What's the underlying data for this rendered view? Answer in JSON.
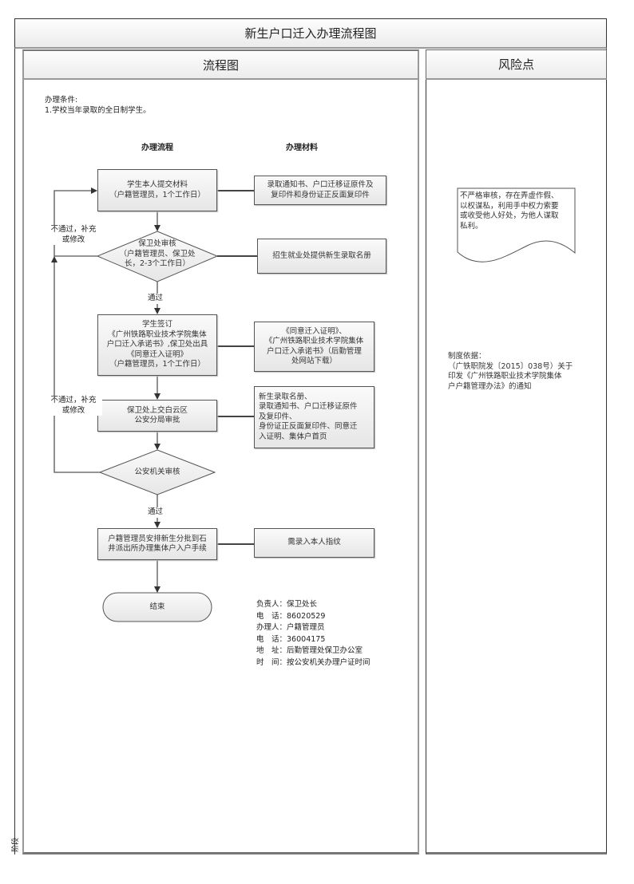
{
  "title": "新生户口迁入办理流程图",
  "columns": {
    "flow": "流程图",
    "risk": "风险点"
  },
  "conditions": {
    "heading": "办理条件:",
    "item": "1.学校当年录取的全日制学生。"
  },
  "subheads": {
    "process": "办理流程",
    "materials": "办理材料"
  },
  "steps": [
    {
      "lines": [
        "学生本人提交材料",
        "（户籍管理员，1个工作日）"
      ]
    },
    {
      "lines": [
        "保卫处审核",
        "（户籍管理员、保卫处",
        "长，2-3个工作日）"
      ]
    },
    {
      "lines": [
        "学生签订",
        "《广州铁路职业技术学院集体",
        "户口迁入承诺书》,保卫处出具",
        "《同意迁入证明》",
        "（户籍管理员，1个工作日）"
      ]
    },
    {
      "lines": [
        "保卫处上交白云区",
        "公安分局审批"
      ]
    },
    {
      "lines": [
        "公安机关审核"
      ]
    },
    {
      "lines": [
        "户籍管理员安排新生分批到石",
        "井派出所办理集体户入户手续"
      ]
    },
    {
      "lines": [
        "结束"
      ]
    }
  ],
  "materials": [
    {
      "lines": [
        "录取通知书、户口迁移证原件及",
        "复印件和身份证正反面复印件"
      ]
    },
    {
      "lines": [
        "招生就业处提供新生录取名册"
      ]
    },
    {
      "lines": [
        "《同意迁入证明》、",
        "《广州铁路职业技术学院集体",
        "户口迁入承诺书》（后勤管理",
        "处网站下载）"
      ]
    },
    {
      "lines": [
        "新生录取名册、",
        "录取通知书、户口迁移证原件",
        "及复印件、",
        "身份证正反面复印件、同意迁",
        "入证明、集体户首页"
      ]
    },
    {
      "lines": [
        "需录入本人指纹"
      ]
    }
  ],
  "edge_labels": {
    "reject_1": [
      "不通过，补充",
      "或修改"
    ],
    "reject_2": [
      "不通过，补充",
      "或修改"
    ],
    "pass_1": "通过",
    "pass_2": "通过"
  },
  "contacts": [
    {
      "label": "负责人：",
      "value": "保卫处长"
    },
    {
      "label": "电　话：",
      "value": "86020529"
    },
    {
      "label": "办理人：",
      "value": "户籍管理员"
    },
    {
      "label": "电　话：",
      "value": "36004175"
    },
    {
      "label": "地　址：",
      "value": "后勤管理处保卫办公室"
    },
    {
      "label": "时　间：",
      "value": "按公安机关办理户证时间"
    }
  ],
  "risk": {
    "note_lines": [
      "不严格审核，存在弄虚作假、",
      "以权谋私，利用手中权力索要",
      "或收受他人好处，为他人谋取",
      "私利。"
    ],
    "basis_heading": "制度依据：",
    "basis_lines": [
      "（广铁职院发〔2015〕038号）关于",
      "印发《广州铁路职业技术学院集体",
      "户户籍管理办法》的通知"
    ]
  },
  "stage_label": "阶段"
}
